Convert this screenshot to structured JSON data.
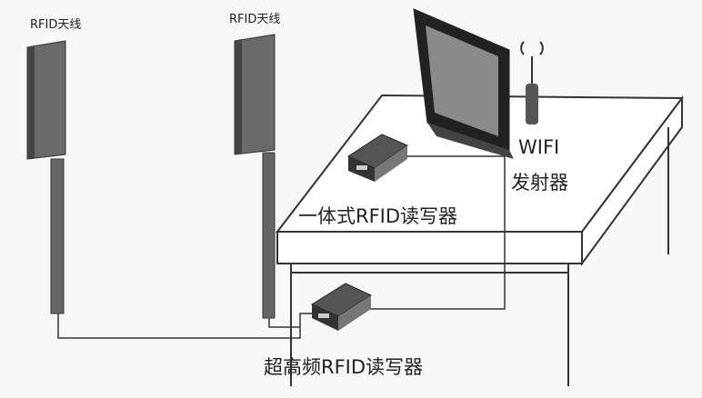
{
  "labels": {
    "antenna_left": "RFID天线",
    "antenna_right": "RFID天线",
    "wifi_line1": "WIFI",
    "wifi_line2": "发射器",
    "integrated_reader": "一体式RFID读写器",
    "uhf_reader": "超高频RFID读写器"
  },
  "colors": {
    "line": "#333333",
    "antenna": "#6a6a6a",
    "table": "#ffffff"
  }
}
